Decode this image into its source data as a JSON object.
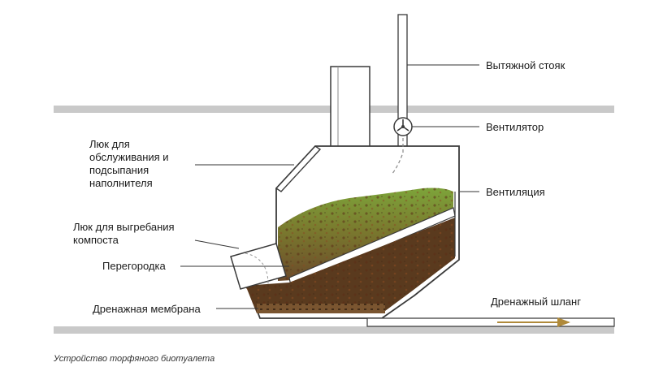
{
  "labels": {
    "exhaust_riser": "Вытяжной стояк",
    "fan": "Вентилятор",
    "ventilation": "Вентиляция",
    "service_hatch": "Люк для\nобслуживания и\nподсыпания\nнаполнителя",
    "compost_hatch": "Люк для выгребания\nкомпоста",
    "partition": "Перегородка",
    "drainage_membrane": "Дренажная мембрана",
    "drainage_hose": "Дренажный шланг"
  },
  "caption": "Устройство торфяного биотуалета",
  "colors": {
    "ground": "#c9c9c9",
    "outline": "#3a3a3a",
    "peat_green": "#7da43a",
    "peat_brown": "#6b4a2a",
    "compost": "#5a3a1e",
    "hose_arrow": "#b08a3a"
  }
}
